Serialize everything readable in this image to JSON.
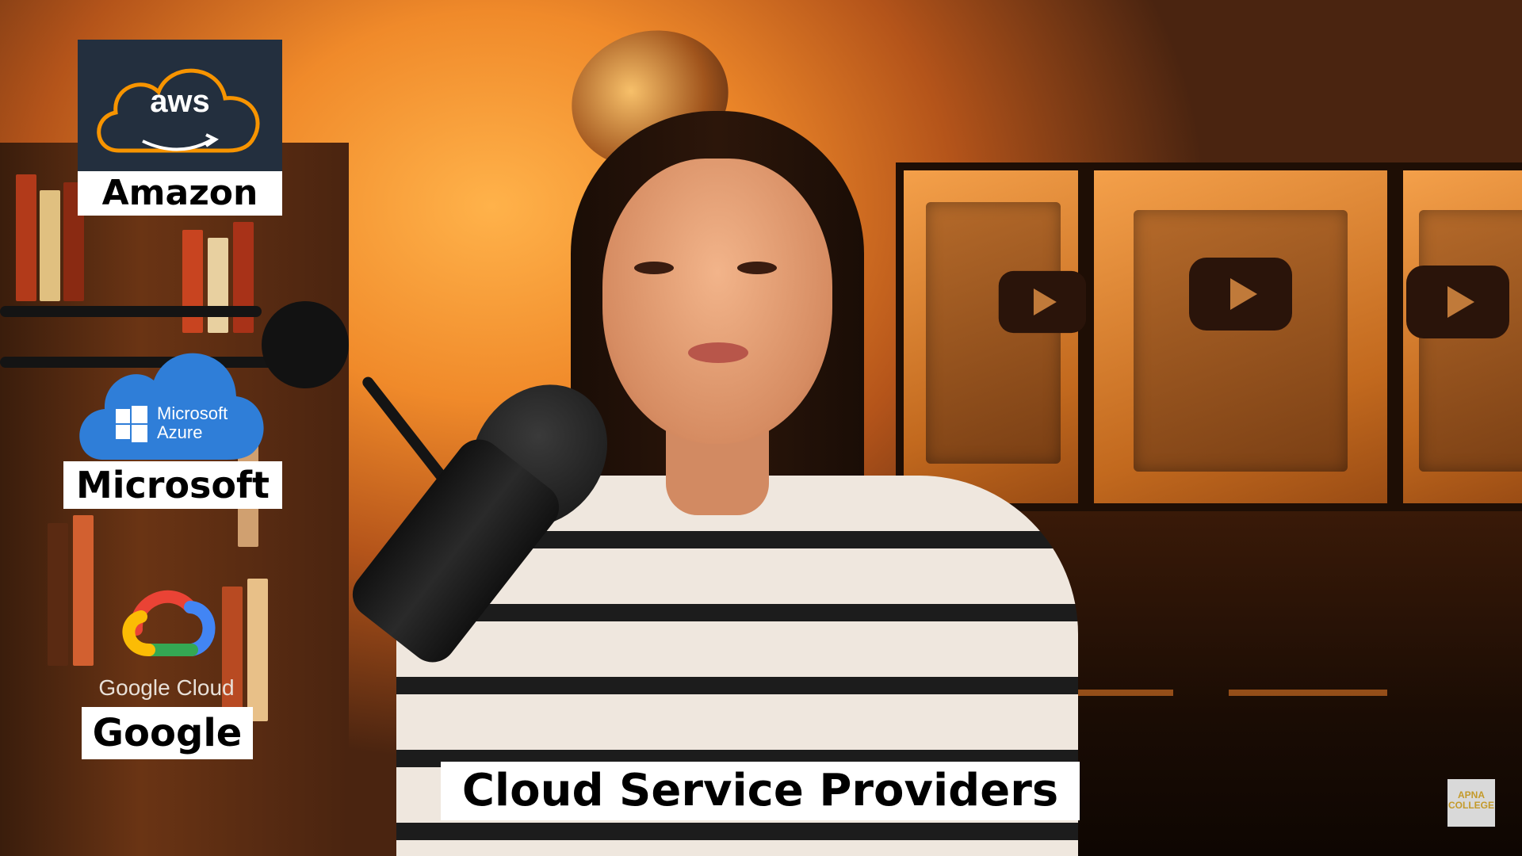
{
  "logos": {
    "aws": {
      "wordmark": "aws",
      "label": "Amazon",
      "bg": "#232f3e",
      "accent": "#f79400"
    },
    "azure": {
      "line1": "Microsoft",
      "line2": "Azure",
      "label": "Microsoft",
      "accent": "#2f7ed8"
    },
    "gcp": {
      "wordmark": "Google Cloud",
      "label": "Google"
    }
  },
  "caption": "Cloud Service Providers",
  "watermark": {
    "line1": "APNA",
    "line2": "COLLEGE"
  }
}
